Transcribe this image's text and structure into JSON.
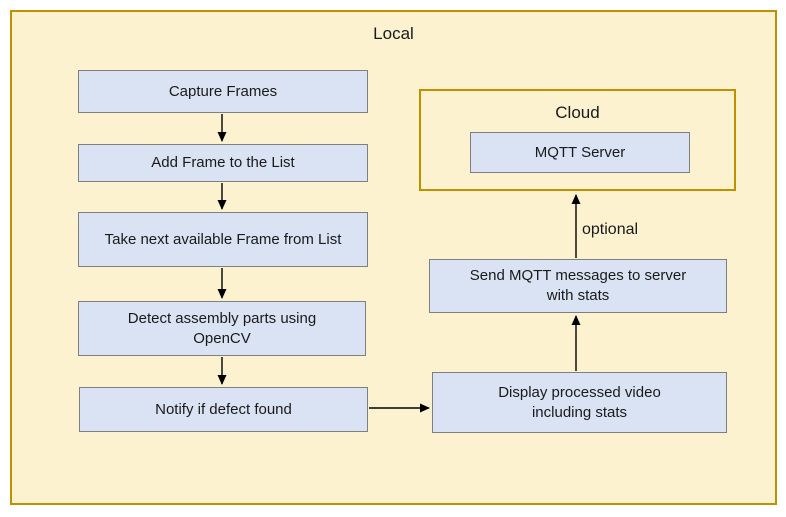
{
  "diagram": {
    "local_label": "Local",
    "cloud_label": "Cloud",
    "optional_label": "optional",
    "nodes": {
      "capture": "Capture Frames",
      "add_frame": "Add Frame to the List",
      "take_next": "Take next available Frame from List",
      "detect": "Detect assembly parts using OpenCV",
      "notify": "Notify if defect found",
      "display": "Display processed video including stats",
      "send_mqtt": "Send MQTT messages to server with stats",
      "mqtt_server": "MQTT Server"
    },
    "colors": {
      "canvas_fill": "#FCF2CF",
      "canvas_border": "#BF9000",
      "node_fill": "#DAE3F3",
      "node_border": "#7F7F7F",
      "arrow_color": "#000000",
      "text_color": "#1A1A1A"
    }
  }
}
